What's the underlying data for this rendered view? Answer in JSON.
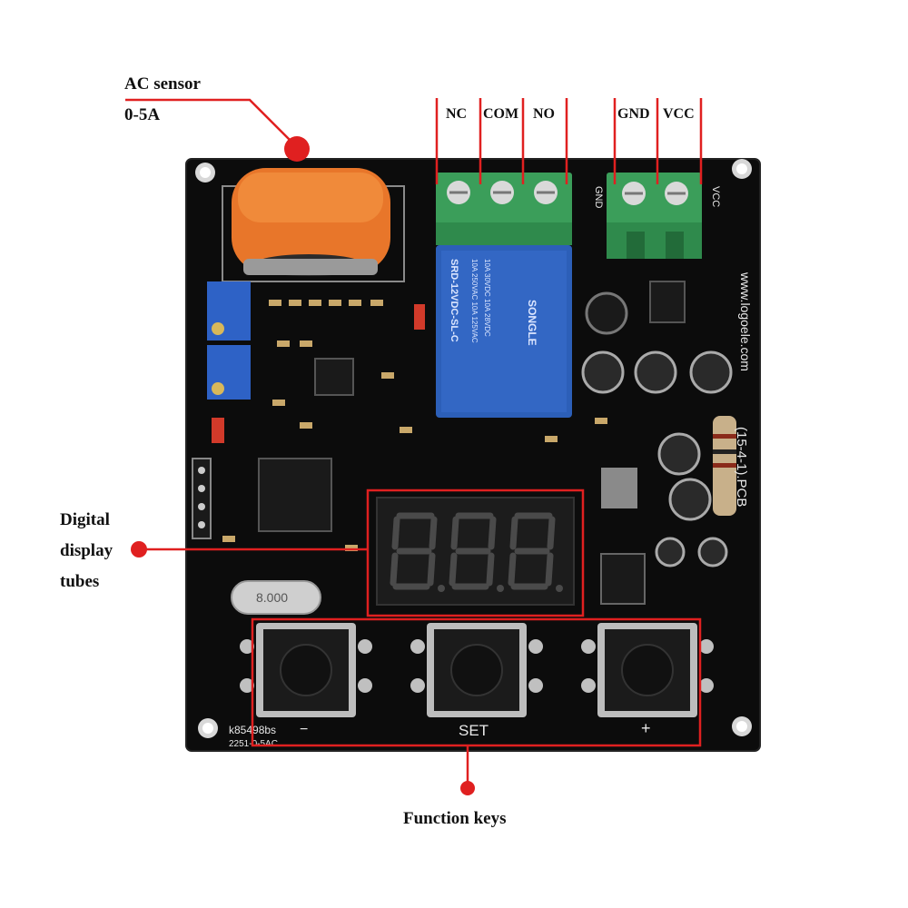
{
  "callouts": {
    "ac_sensor_line1": "AC sensor",
    "ac_sensor_line2": "0-5A",
    "display_line1": "Digital",
    "display_line2": "display",
    "display_line3": "tubes",
    "function_keys": "Function keys"
  },
  "terminals": {
    "nc": "NC",
    "com": "COM",
    "no": "NO",
    "gnd": "GND",
    "vcc": "VCC"
  },
  "board": {
    "key_minus": "−",
    "key_set": "SET",
    "key_plus": "+",
    "model": "k85498bs",
    "part": "2251-0-5AC",
    "pcb_label": "(15-4-1).PCB",
    "website": "www.logoele.com",
    "relay_brand": "SONGLE",
    "relay_model": "SRD-12VDC-SL-C",
    "relay_rating1": "10A 250VAC 10A 125VAC",
    "relay_rating2": "10A 30VDC 10A 28VDC",
    "crystal": "8.000",
    "gnd_silk": "GND",
    "vcc_silk": "VCC"
  },
  "colors": {
    "accent_red": "#e02020",
    "pcb": "#0c0c0c",
    "terminal_green": "#3b9e5a",
    "relay_blue": "#2c5fb8",
    "sensor_orange": "#e8762a"
  }
}
